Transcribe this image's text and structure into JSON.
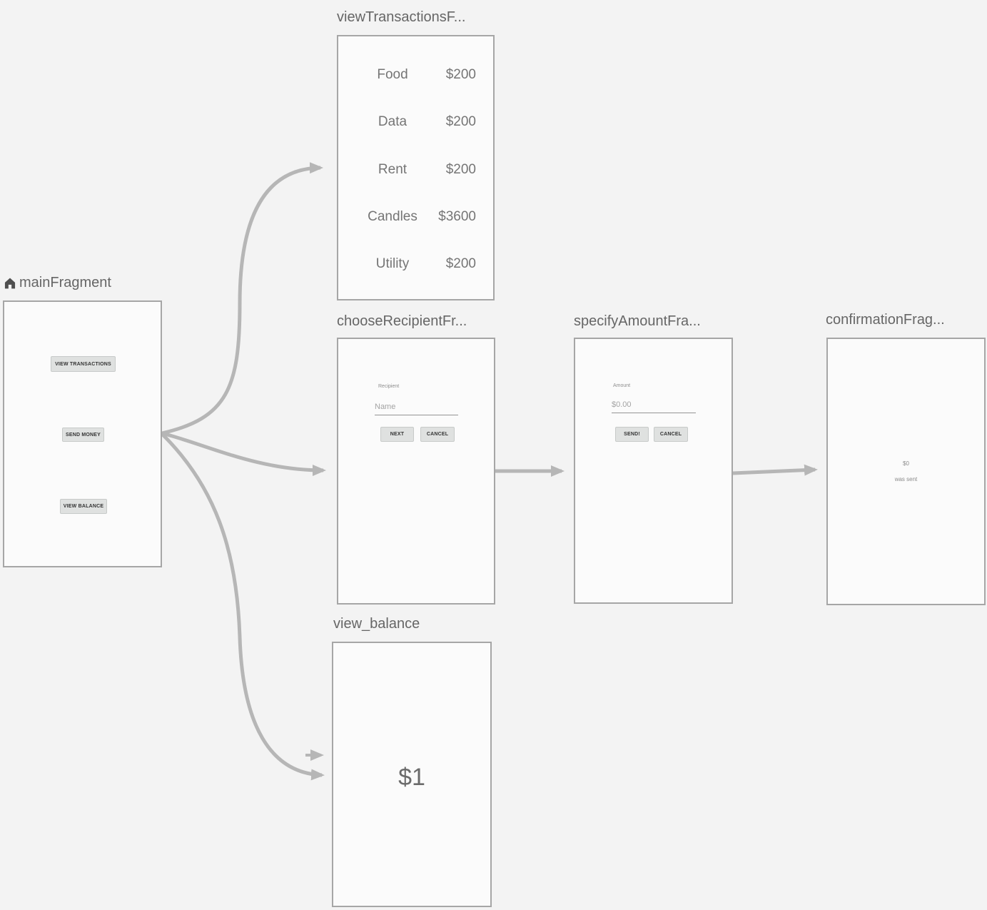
{
  "colors": {
    "background": "#f3f3f3",
    "panel_fill": "#fbfbfb",
    "panel_border": "#a6a6a6",
    "arrow": "#b6b6b6"
  },
  "fragments": {
    "main": {
      "title": "mainFragment",
      "home_icon": "home-icon",
      "buttons": {
        "view_transactions": "VIEW TRANSACTIONS",
        "send_money": "SEND MONEY",
        "view_balance": "VIEW BALANCE"
      }
    },
    "view_transactions": {
      "title": "viewTransactionsF...",
      "rows": [
        {
          "label": "Food",
          "amount": "$200"
        },
        {
          "label": "Data",
          "amount": "$200"
        },
        {
          "label": "Rent",
          "amount": "$200"
        },
        {
          "label": "Candles",
          "amount": "$3600"
        },
        {
          "label": "Utility",
          "amount": "$200"
        }
      ]
    },
    "choose_recipient": {
      "title": "chooseRecipientFr...",
      "field_label": "Recipient",
      "field_placeholder": "Name",
      "next_label": "NEXT",
      "cancel_label": "CANCEL"
    },
    "specify_amount": {
      "title": "specifyAmountFra...",
      "field_label": "Amount",
      "field_placeholder": "$0.00",
      "send_label": "SEND!",
      "cancel_label": "CANCEL"
    },
    "confirmation": {
      "title": "confirmationFrag...",
      "amount": "$0",
      "caption": "was sent"
    },
    "view_balance": {
      "title": "view_balance",
      "balance": "$1"
    }
  }
}
